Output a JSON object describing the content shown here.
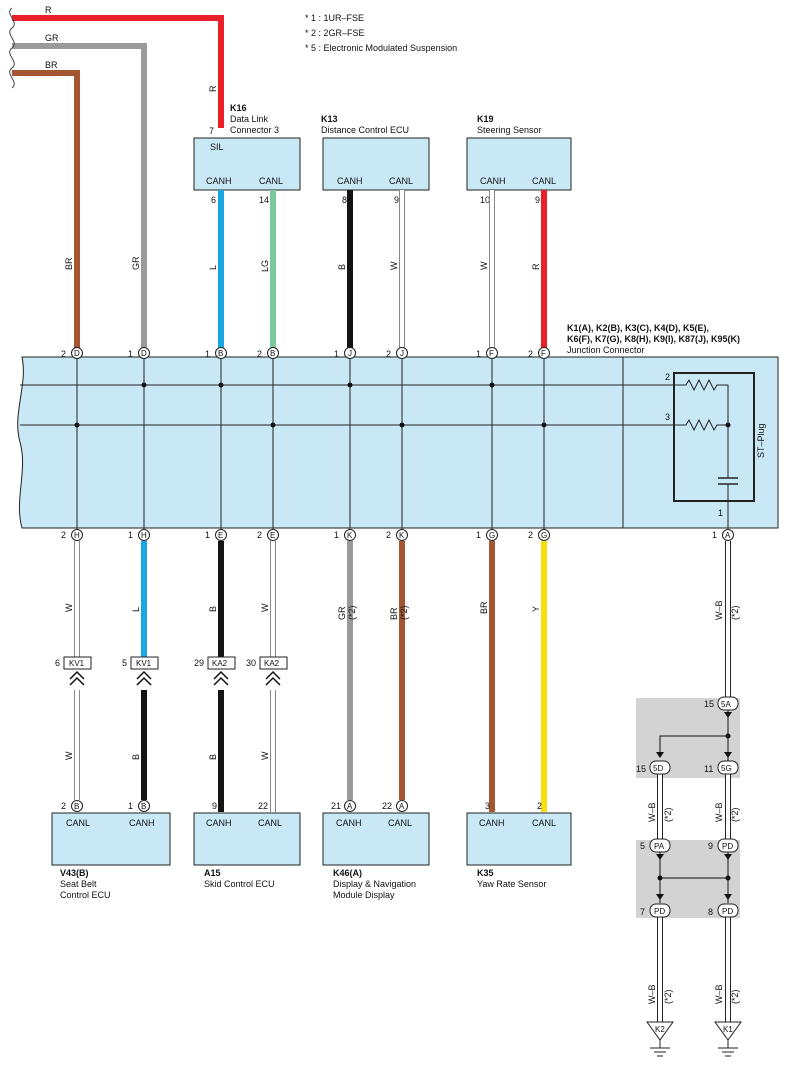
{
  "notes": [
    "* 1 : 1UR–FSE",
    "* 2 : 2GR–FSE",
    "* 5 : Electronic Modulated Suspension"
  ],
  "feeds": [
    {
      "label": "R",
      "color": "#e8202a"
    },
    {
      "label": "GR",
      "color": "#9a9a9a"
    },
    {
      "label": "BR",
      "color": "#a45532"
    }
  ],
  "top_components": [
    {
      "code": "K16",
      "name1": "Data Link",
      "name2": "Connector 3",
      "pins": [
        "CANH",
        "CANL"
      ],
      "extra_pin": "SIL",
      "extra_pin_no": "7",
      "pin_nos": [
        "6",
        "14"
      ]
    },
    {
      "code": "K13",
      "name1": "Distance Control ECU",
      "name2": "",
      "pins": [
        "CANH",
        "CANL"
      ],
      "pin_nos": [
        "8",
        "9"
      ]
    },
    {
      "code": "K19",
      "name1": "Steering Sensor",
      "name2": "",
      "pins": [
        "CANH",
        "CANL"
      ],
      "pin_nos": [
        "10",
        "9"
      ]
    }
  ],
  "junction": {
    "codes_line1": "K1(A), K2(B), K3(C), K4(D), K5(E),",
    "codes_line2": "K6(F), K7(G), K8(H), K9(I), K87(J), K95(K)",
    "name": "Junction Connector",
    "st_plug": "ST–Plug",
    "st_pins": [
      "2",
      "3",
      "1"
    ],
    "top_terms": [
      {
        "num": "2",
        "letter": "D"
      },
      {
        "num": "1",
        "letter": "D"
      },
      {
        "num": "1",
        "letter": "B"
      },
      {
        "num": "2",
        "letter": "B"
      },
      {
        "num": "1",
        "letter": "J"
      },
      {
        "num": "2",
        "letter": "J"
      },
      {
        "num": "1",
        "letter": "F"
      },
      {
        "num": "2",
        "letter": "F"
      }
    ],
    "bottom_terms": [
      {
        "num": "2",
        "letter": "H"
      },
      {
        "num": "1",
        "letter": "H"
      },
      {
        "num": "1",
        "letter": "E"
      },
      {
        "num": "2",
        "letter": "E"
      },
      {
        "num": "1",
        "letter": "K"
      },
      {
        "num": "2",
        "letter": "K"
      },
      {
        "num": "1",
        "letter": "G"
      },
      {
        "num": "2",
        "letter": "G"
      },
      {
        "num": "1",
        "letter": "A"
      }
    ]
  },
  "wire_labels": {
    "top": [
      "BR",
      "GR",
      "L",
      "LG",
      "B",
      "W",
      "W",
      "R"
    ],
    "r_feed": "R",
    "bottom_upper": [
      "W",
      "L",
      "B",
      "W",
      "GR",
      "BR",
      "BR",
      "Y"
    ],
    "bottom_lower": [
      "W",
      "B",
      "B",
      "W"
    ],
    "star2": "(*2)",
    "ground_wire": "W–B"
  },
  "inline_connectors": [
    {
      "num": "6",
      "code": "KV1"
    },
    {
      "num": "5",
      "code": "KV1"
    },
    {
      "num": "29",
      "code": "KA2"
    },
    {
      "num": "30",
      "code": "KA2"
    }
  ],
  "bottom_components": [
    {
      "code": "V43(B)",
      "name1": "Seat Belt",
      "name2": "Control ECU",
      "pins": [
        "CANL",
        "CANH"
      ],
      "pin_nos": [
        "2",
        "1"
      ],
      "pin_letters": [
        "B",
        "B"
      ]
    },
    {
      "code": "A15",
      "name1": "Skid Control ECU",
      "name2": "",
      "pins": [
        "CANH",
        "CANL"
      ],
      "pin_nos": [
        "9",
        "22"
      ],
      "pin_letters": [
        "",
        ""
      ]
    },
    {
      "code": "K46(A)",
      "name1": "Display & Navigation",
      "name2": "Module Display",
      "pins": [
        "CANH",
        "CANL"
      ],
      "pin_nos": [
        "21",
        "22"
      ],
      "pin_letters": [
        "A",
        "A"
      ]
    },
    {
      "code": "K35",
      "name1": "Yaw Rate Sensor",
      "name2": "",
      "pins": [
        "CANH",
        "CANL"
      ],
      "pin_nos": [
        "3",
        "2"
      ],
      "pin_letters": [
        "",
        ""
      ]
    }
  ],
  "ground_blocks": [
    {
      "top": [
        {
          "num": "15",
          "code": "5A"
        }
      ],
      "bottom": [
        {
          "num": "15",
          "code": "5D"
        },
        {
          "num": "11",
          "code": "5G"
        }
      ]
    },
    {
      "top": [
        {
          "num": "5",
          "code": "PA"
        },
        {
          "num": "9",
          "code": "PD"
        }
      ],
      "bottom": [
        {
          "num": "7",
          "code": "PD"
        },
        {
          "num": "8",
          "code": "PD"
        }
      ]
    }
  ],
  "grounds": [
    "K2",
    "K1"
  ],
  "colors": {
    "R": "#e8202a",
    "GR": "#9a9a9a",
    "BR": "#a45532",
    "L": "#1aa6e2",
    "LG": "#7dc89a",
    "B": "#141414",
    "W": "#ffffff",
    "Y": "#f7e010",
    "box_fill": "#c9e8f6",
    "shade": "#d3d3d3"
  }
}
